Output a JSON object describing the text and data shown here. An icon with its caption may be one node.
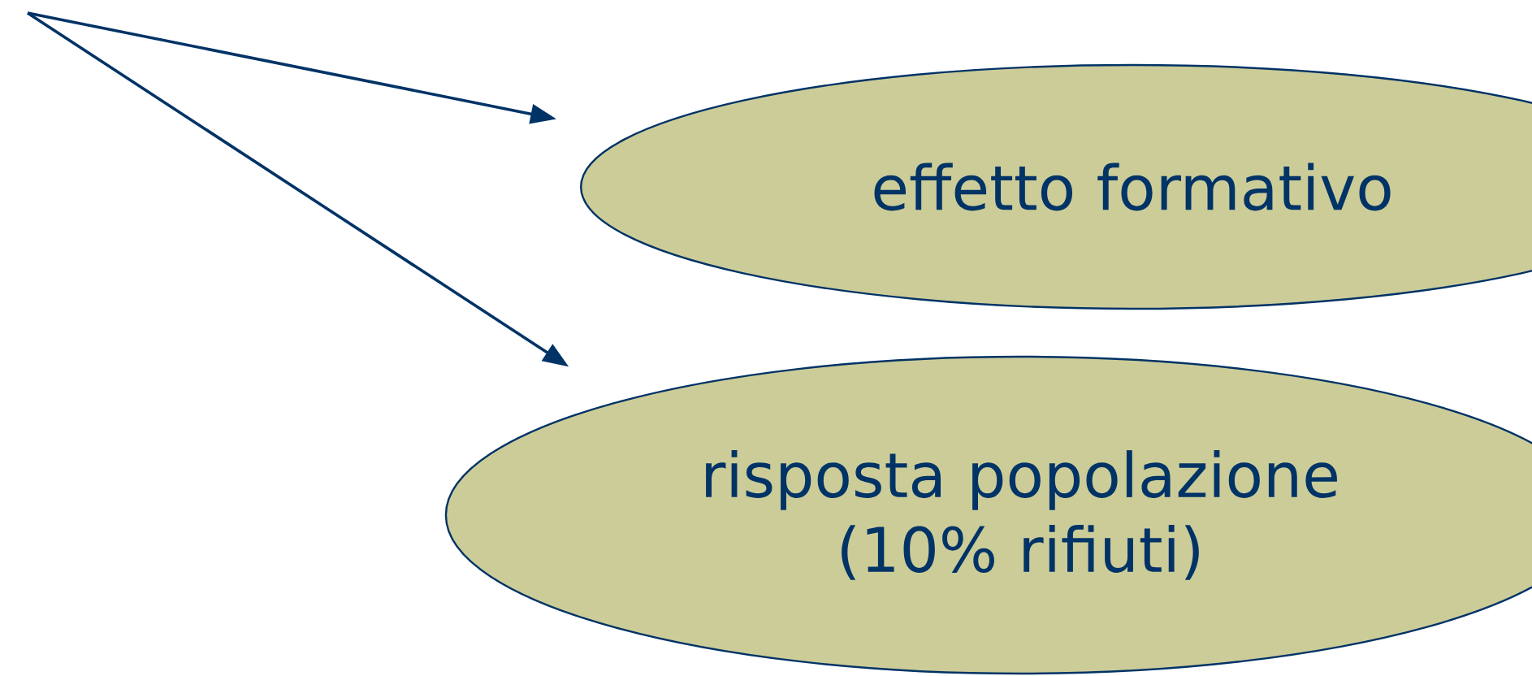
{
  "diagram": {
    "nodes": [
      {
        "text": [
          "effetto formativo"
        ]
      },
      {
        "text": [
          "risposta popolazione (10% rifiuti)"
        ]
      }
    ],
    "edges": [
      {
        "from": null,
        "to": 0,
        "arrow": "to"
      },
      {
        "from": null,
        "to": 1,
        "arrow": "to"
      }
    ]
  }
}
